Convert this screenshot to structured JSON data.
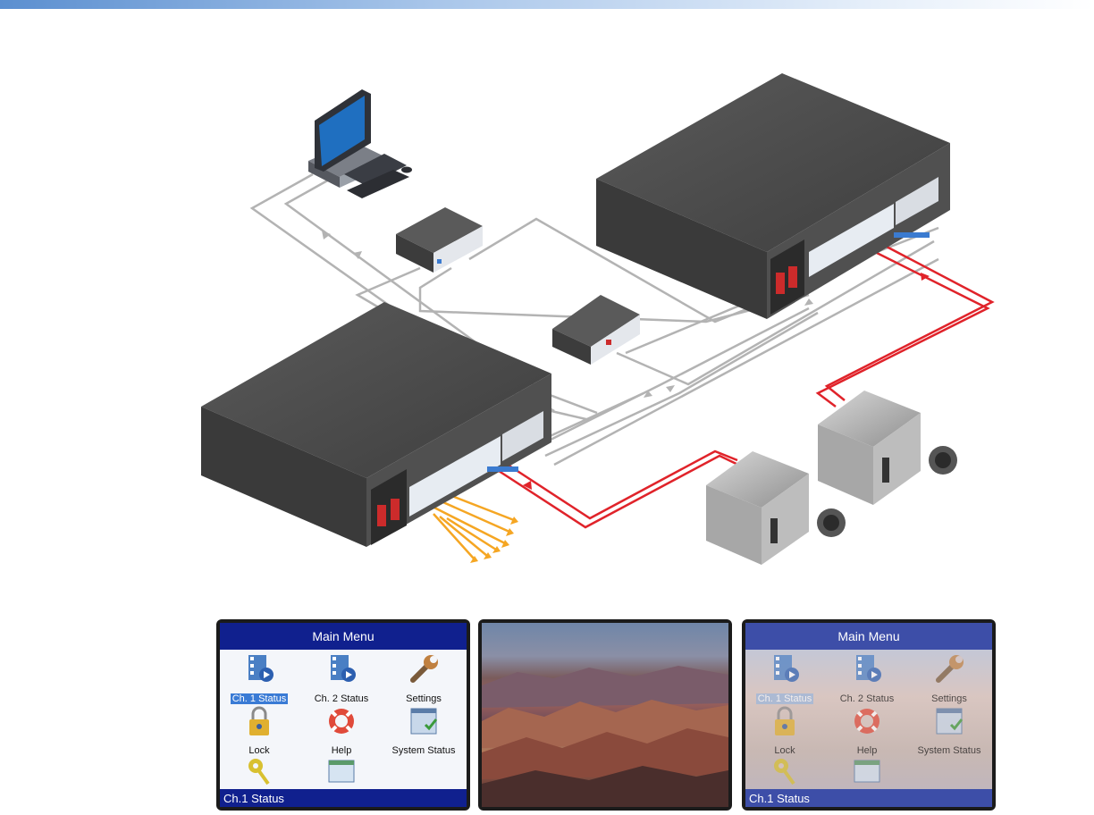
{
  "colors": {
    "top_bar": "#5b8fd0",
    "menu_bar": "#10208e",
    "selection": "#3a7bd5",
    "signal_red": "#e0232a",
    "signal_orange": "#f5a623",
    "cable_gray": "#b3b3b3",
    "device_dark": "#4a4a4a"
  },
  "diagram": {
    "devices": [
      {
        "name": "computer-workstation",
        "icon": "computer-icon"
      },
      {
        "name": "small-interface-box",
        "icon": "box-icon"
      },
      {
        "name": "small-distribution-box",
        "icon": "box-icon"
      },
      {
        "name": "main-processor-rear",
        "icon": "rack-unit-icon"
      },
      {
        "name": "main-processor-front-left",
        "icon": "rack-unit-icon"
      },
      {
        "name": "projector-1",
        "icon": "projector-icon"
      },
      {
        "name": "projector-2",
        "icon": "projector-icon"
      }
    ]
  },
  "screens": [
    {
      "type": "menu",
      "title": "Main Menu",
      "status": "Ch.1 Status",
      "items": [
        {
          "label": "Ch. 1 Status",
          "icon": "film-play-icon",
          "selected": true
        },
        {
          "label": "Ch. 2 Status",
          "icon": "film-play-icon",
          "selected": false
        },
        {
          "label": "Settings",
          "icon": "wrench-icon",
          "selected": false
        },
        {
          "label": "Lock",
          "icon": "padlock-icon",
          "selected": false
        },
        {
          "label": "Help",
          "icon": "lifebuoy-icon",
          "selected": false
        },
        {
          "label": "System Status",
          "icon": "checklist-icon",
          "selected": false
        },
        {
          "label": "",
          "icon": "key-icon",
          "selected": false
        },
        {
          "label": "",
          "icon": "window-icon",
          "selected": false
        }
      ]
    },
    {
      "type": "photo",
      "description_icon": "canyon-landscape-image"
    },
    {
      "type": "menu-overlay",
      "title": "Main Menu",
      "status": "Ch.1 Status",
      "items": [
        {
          "label": "Ch. 1 Status",
          "icon": "film-play-icon",
          "selected": true
        },
        {
          "label": "Ch. 2 Status",
          "icon": "film-play-icon",
          "selected": false
        },
        {
          "label": "Settings",
          "icon": "wrench-icon",
          "selected": false
        },
        {
          "label": "Lock",
          "icon": "padlock-icon",
          "selected": false
        },
        {
          "label": "Help",
          "icon": "lifebuoy-icon",
          "selected": false
        },
        {
          "label": "System Status",
          "icon": "checklist-icon",
          "selected": false
        },
        {
          "label": "",
          "icon": "key-icon",
          "selected": false
        },
        {
          "label": "",
          "icon": "window-icon",
          "selected": false
        }
      ]
    }
  ]
}
